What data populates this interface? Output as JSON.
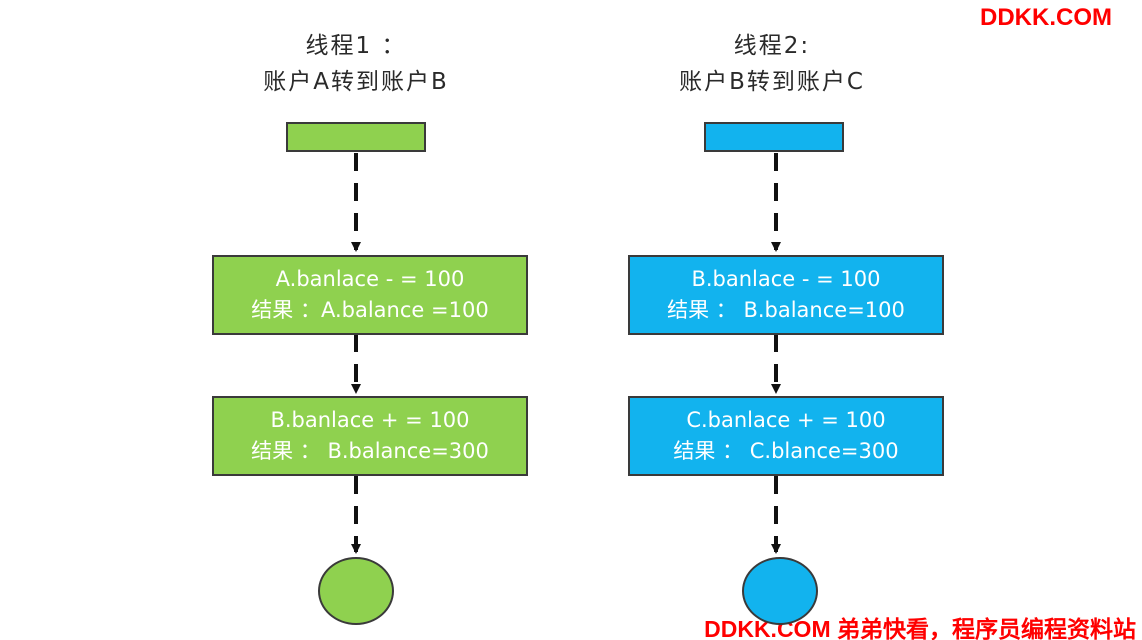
{
  "watermark_top": "DDKK.COM",
  "watermark_bottom": "DDKK.COM 弟弟快看，程序员编程资料站",
  "thread1": {
    "title_line1": "线程1 ：",
    "title_line2": "账户A转到账户B",
    "step1_line1": "A.banlace - = 100",
    "step1_line2": "结果 ：A.balance =100",
    "step2_line1": "B.banlace + = 100",
    "step2_line2": "结果 ：  B.balance=300",
    "color": "#8fd14f"
  },
  "thread2": {
    "title_line1": "线程2:",
    "title_line2": "账户B转到账户C",
    "step1_line1": "B.banlace - = 100",
    "step1_line2": "结果 ：  B.balance=100",
    "step2_line1": "C.banlace + = 100",
    "step2_line2": "结果 ：  C.blance=300",
    "color": "#12b3ee"
  }
}
